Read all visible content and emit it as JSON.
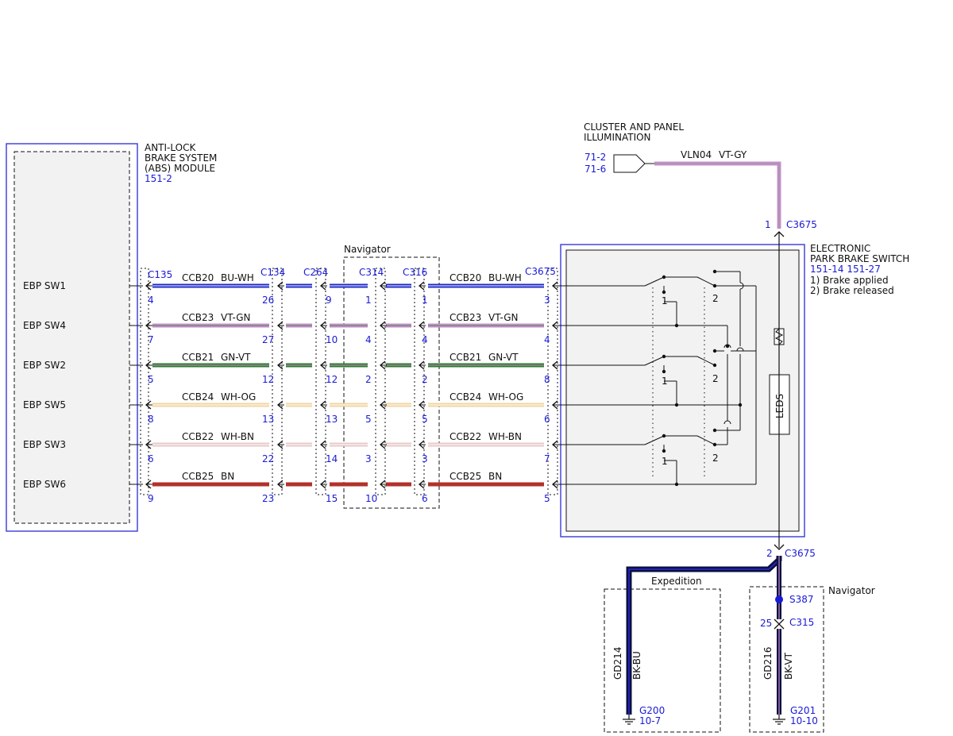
{
  "abs_module": {
    "title": [
      "ANTI-LOCK",
      "BRAKE SYSTEM",
      "(ABS) MODULE"
    ],
    "ref": "151-2",
    "pins": [
      "EBP SW1",
      "EBP SW4",
      "EBP SW2",
      "EBP SW5",
      "EBP SW3",
      "EBP SW6"
    ]
  },
  "connectors": {
    "c135": "C135",
    "c134": "C134",
    "c264": "C264",
    "c314": "C314",
    "c316": "C316",
    "c3675": "C3675",
    "c315": "C315",
    "s387": "S387"
  },
  "navigator_label": "Navigator",
  "expedition_label": "Expedition",
  "circuits": [
    {
      "circuit": "CCB20",
      "color": "BU-WH",
      "hex": "#1e2bc4",
      "stripe": "#ffffff",
      "pins": [
        "4",
        "26",
        "9",
        "1",
        "1",
        "3"
      ],
      "switch": "SW1"
    },
    {
      "circuit": "CCB23",
      "color": "VT-GN",
      "hex": "#c98fd0",
      "stripe": "#4a8a4a",
      "pins": [
        "7",
        "27",
        "10",
        "4",
        "4",
        "4"
      ],
      "switch": "SW4"
    },
    {
      "circuit": "CCB21",
      "color": "GN-VT",
      "hex": "#2f7a2f",
      "stripe": "#c98fd0",
      "pins": [
        "5",
        "12",
        "12",
        "2",
        "2",
        "8"
      ],
      "switch": "SW2"
    },
    {
      "circuit": "CCB24",
      "color": "WH-OG",
      "hex": "#f2d4a0",
      "stripe": "#ffffff",
      "pins": [
        "8",
        "13",
        "13",
        "5",
        "5",
        "6"
      ],
      "switch": "SW5"
    },
    {
      "circuit": "CCB22",
      "color": "WH-BN",
      "hex": "#e8c9c9",
      "stripe": "#ffffff",
      "pins": [
        "6",
        "22",
        "14",
        "3",
        "3",
        "7"
      ],
      "switch": "SW3"
    },
    {
      "circuit": "CCB25",
      "color": "BN",
      "hex": "#b3312b",
      "stripe": "#b3312b",
      "pins": [
        "9",
        "23",
        "15",
        "10",
        "6",
        "5"
      ],
      "switch": "SW6"
    }
  ],
  "illumination": {
    "title": [
      "CLUSTER AND PANEL",
      "ILLUMINATION"
    ],
    "refs": [
      "71-2",
      "71-6"
    ],
    "circuit": "VLN04",
    "color": "VT-GY",
    "pin_top": "1"
  },
  "switch_module": {
    "title": [
      "ELECTRONIC",
      "PARK BRAKE SWITCH"
    ],
    "refs": "151-14  151-27",
    "notes": [
      "1) Brake applied",
      "2) Brake released"
    ],
    "leds": "LEDS",
    "pin_bottom": "2",
    "positions": [
      "1",
      "2"
    ]
  },
  "ground_left": {
    "circuit": "GD214",
    "color": "BK-BU",
    "ground": "G200",
    "ref": "10-7"
  },
  "ground_right": {
    "circuit": "GD216",
    "color": "BK-VT",
    "ground": "G201",
    "ref": "10-10",
    "c315_pin": "25"
  }
}
